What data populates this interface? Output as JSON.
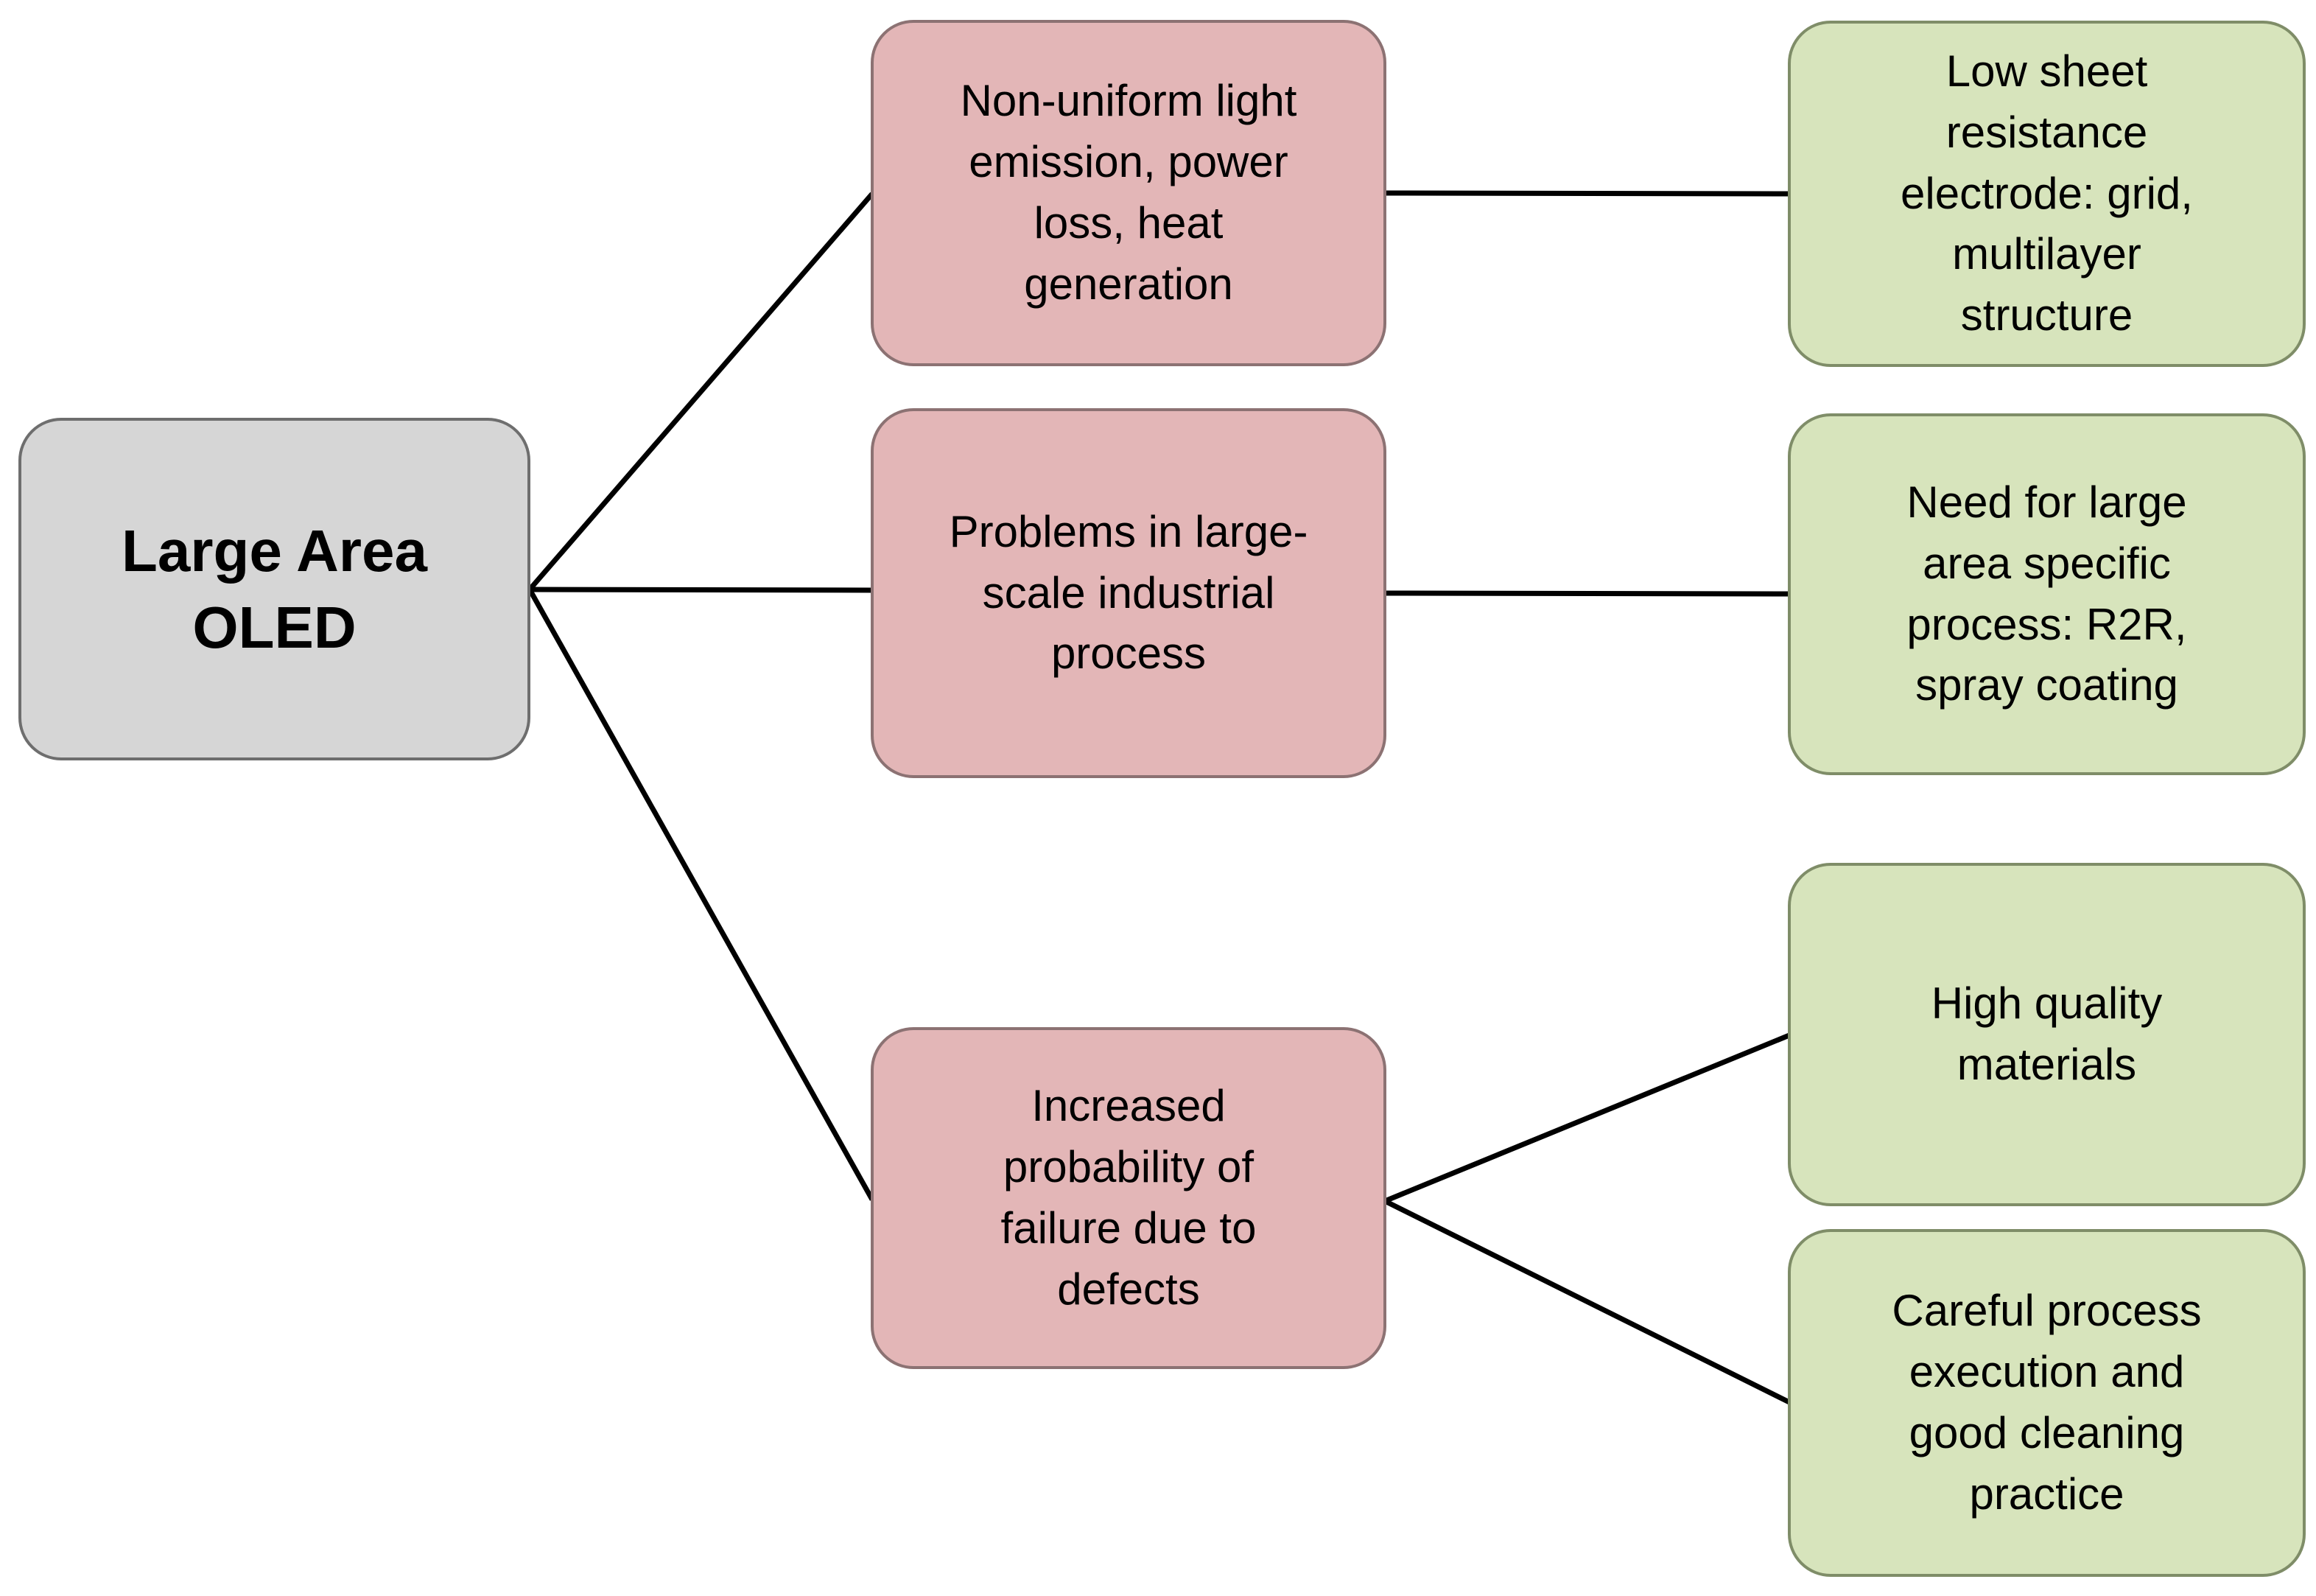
{
  "diagram": {
    "title": "Large Area OLED problems and solutions mind map",
    "root": {
      "id": "root",
      "label": "Large Area\nOLED"
    },
    "problems": [
      {
        "id": "p1",
        "label": "Non-uniform light\nemission, power\nloss, heat\ngeneration"
      },
      {
        "id": "p2",
        "label": "Problems in large-\nscale industrial\nprocess"
      },
      {
        "id": "p3",
        "label": "Increased\nprobability of\nfailure due to\ndefects"
      }
    ],
    "solutions": [
      {
        "id": "s1",
        "label": "Low sheet\nresistance\nelectrode: grid,\nmultilayer\nstructure"
      },
      {
        "id": "s2",
        "label": "Need for large\narea specific\nprocess: R2R,\nspray coating"
      },
      {
        "id": "s3",
        "label": "High quality\nmaterials"
      },
      {
        "id": "s4",
        "label": "Careful process\nexecution and\ngood cleaning\npractice"
      }
    ],
    "edges": [
      {
        "from": "root",
        "to": "p1"
      },
      {
        "from": "root",
        "to": "p2"
      },
      {
        "from": "root",
        "to": "p3"
      },
      {
        "from": "p1",
        "to": "s1"
      },
      {
        "from": "p2",
        "to": "s2"
      },
      {
        "from": "p3",
        "to": "s3"
      },
      {
        "from": "p3",
        "to": "s4"
      }
    ],
    "colors": {
      "background": "#ffffff",
      "root_fill": "#d6d6d6",
      "root_border": "#6e6e6e",
      "problem_fill": "#e3b6b7",
      "problem_border": "#8c7273",
      "solution_fill": "#d7e4bc",
      "solution_border": "#7f8d68",
      "connector": "#000000",
      "text": "#000000"
    }
  }
}
